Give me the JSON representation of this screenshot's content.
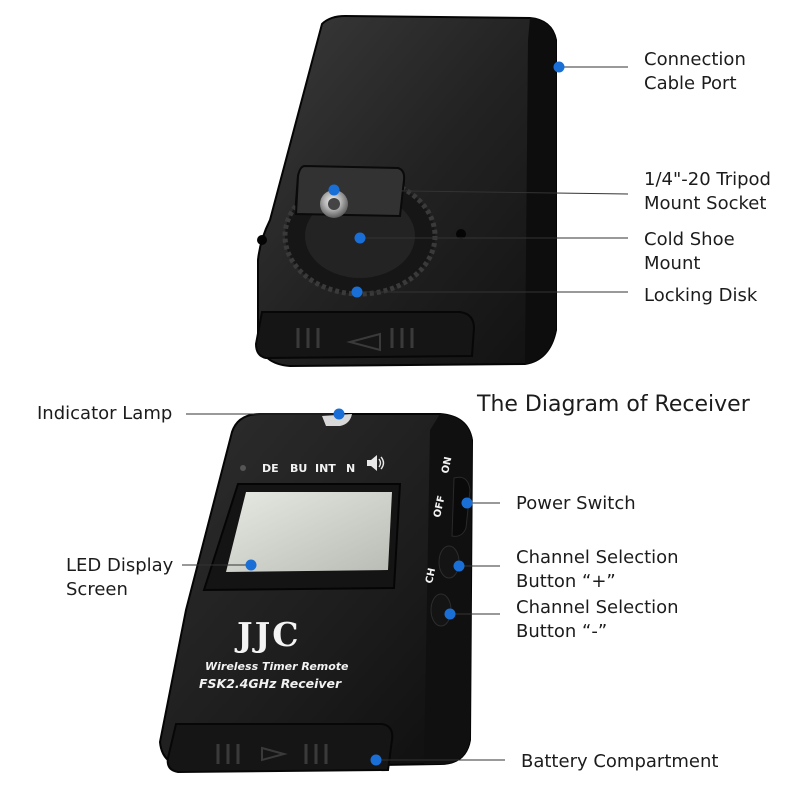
{
  "title": "The Diagram of Receiver",
  "accent_color": "#1a6fd6",
  "top_device": {
    "callouts": [
      {
        "id": "connection-cable-port",
        "lines": [
          "Connection",
          "Cable Port"
        ]
      },
      {
        "id": "tripod-mount-socket",
        "lines": [
          "1/4\"-20 Tripod",
          "Mount Socket"
        ]
      },
      {
        "id": "cold-shoe-mount",
        "lines": [
          "Cold Shoe",
          "Mount"
        ]
      },
      {
        "id": "locking-disk",
        "lines": [
          "Locking Disk"
        ]
      }
    ]
  },
  "bottom_device": {
    "status_labels": [
      "DE",
      "BU",
      "INT",
      "N"
    ],
    "speaker_icon": "speaker-icon",
    "switch_on": "ON",
    "switch_off": "OFF",
    "ch_label": "CH",
    "brand": "JJC",
    "product_line1": "Wireless Timer Remote",
    "product_line2": "FSK2.4GHz Receiver",
    "callouts": [
      {
        "id": "indicator-lamp",
        "lines": [
          "Indicator Lamp"
        ]
      },
      {
        "id": "power-switch",
        "lines": [
          "Power Switch"
        ]
      },
      {
        "id": "led-display-screen",
        "lines": [
          "LED Display",
          "Screen"
        ]
      },
      {
        "id": "channel-plus-button",
        "lines": [
          "Channel Selection",
          "Button “+”"
        ]
      },
      {
        "id": "channel-minus-button",
        "lines": [
          "Channel Selection",
          "Button “-”"
        ]
      },
      {
        "id": "battery-compartment",
        "lines": [
          "Battery Compartment"
        ]
      }
    ]
  }
}
